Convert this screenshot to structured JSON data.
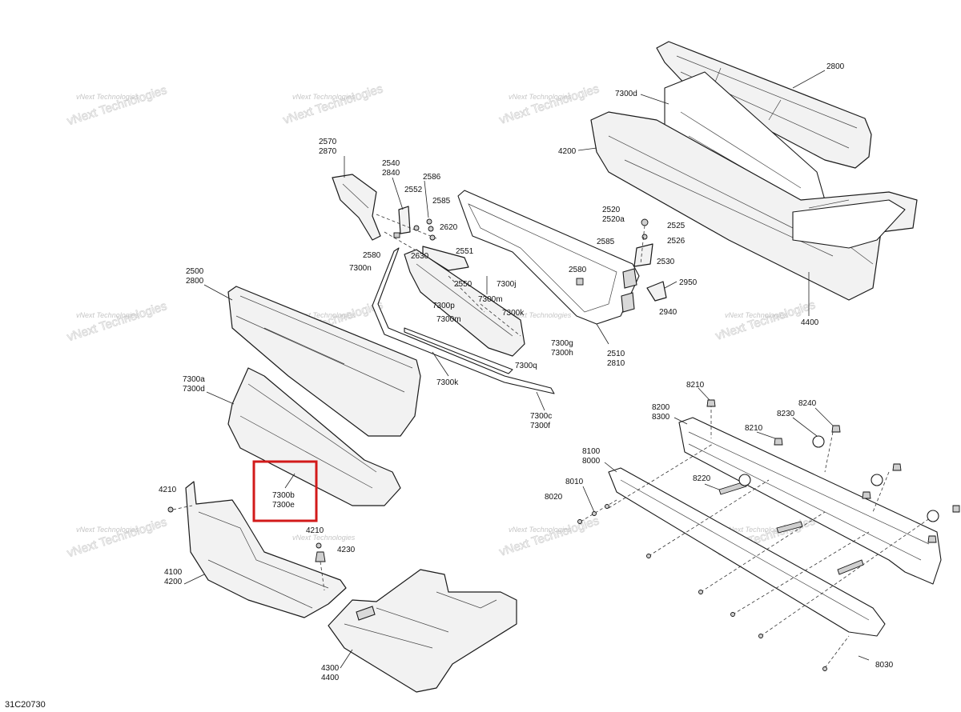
{
  "watermark": "vNext Technologies",
  "figure_code": "31C20730",
  "highlight": {
    "color": "#d21a1a",
    "labels": [
      "7300b",
      "7300e"
    ]
  },
  "callouts": {
    "c2800a": "2800",
    "c7300d_top": "7300d",
    "c4200_top": "4200",
    "c4400": "4400",
    "c2570": "2570",
    "c2870": "2870",
    "c2540": "2540",
    "c2840": "2840",
    "c2552": "2552",
    "c2586": "2586",
    "c2585a": "2585",
    "c2620": "2620",
    "c2580a": "2580",
    "c2630": "2630",
    "c2551": "2551",
    "c2550": "2550",
    "c7300n": "7300n",
    "c7300j": "7300j",
    "c7300p": "7300p",
    "c7300m_a": "7300m",
    "c7300k_a": "7300k",
    "c7300m_b": "7300m",
    "c7300g": "7300g",
    "c7300h": "7300h",
    "c7300q": "7300q",
    "c7300k_b": "7300k",
    "c7300c": "7300c",
    "c7300f": "7300f",
    "c2520": "2520",
    "c2520a": "2520a",
    "c2525": "2525",
    "c2526": "2526",
    "c2585b": "2585",
    "c2530": "2530",
    "c2580b": "2580",
    "c2950": "2950",
    "c2940": "2940",
    "c2510": "2510",
    "c2810": "2810",
    "c2500": "2500",
    "c2800b": "2800",
    "c7300a": "7300a",
    "c7300d_mid": "7300d",
    "c4210a": "4210",
    "c4210b": "4210",
    "c4230": "4230",
    "c4100": "4100",
    "c4200_bot": "4200",
    "c4300": "4300",
    "c4400_bot": "4400",
    "c8210a": "8210",
    "c8240": "8240",
    "c8200": "8200",
    "c8300": "8300",
    "c8230": "8230",
    "c8210b": "8210",
    "c8100": "8100",
    "c8000": "8000",
    "c8010": "8010",
    "c8220": "8220",
    "c8020": "8020",
    "c8030": "8030"
  }
}
